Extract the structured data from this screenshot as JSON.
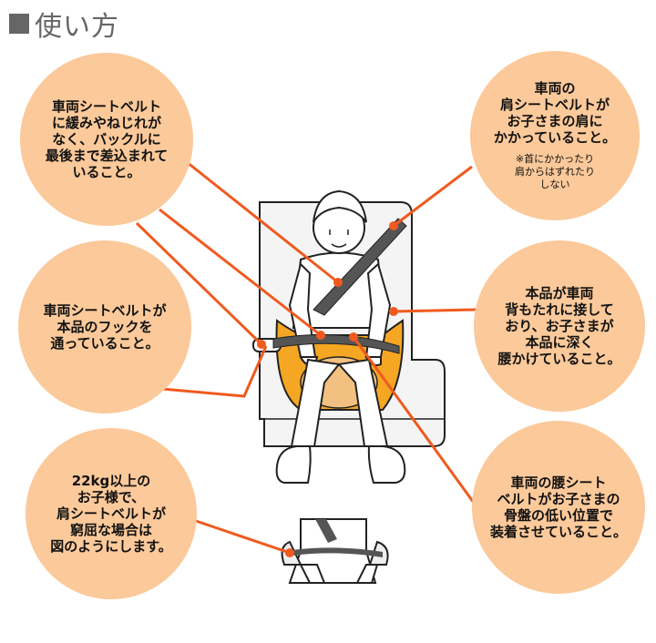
{
  "header": {
    "title": "使い方"
  },
  "callouts": {
    "belt_buckle": "車両シートベルト\nに緩みやねじれが\nなく、バックルに\n最後まで差込まれて\nいること。",
    "shoulder_belt": "車両の\n肩シートベルトが\nお子さまの肩に\nかかっていること。",
    "shoulder_note": "※首にかかったり\n肩からはずれたり\nしない",
    "hook": "車両シートベルトが\n本品のフックを\n通っていること。",
    "seat_back": "本品が車両\n背もたれに接して\nおり、お子さまが\n本品に深く\n腰かけていること。",
    "over_22kg": "22kg以上の\nお子様で、\n肩シートベルトが\n窮屈な場合は\n図のようにします。",
    "lap_belt": "車両の腰シート\nベルトがお子さまの\n骨盤の低い位置で\n装着させていること。"
  },
  "colors": {
    "accent_line": "#f05a1e",
    "bubble_fill": "#fbc99a",
    "booster_orange": "#f5a623",
    "title_gray": "#666666"
  }
}
